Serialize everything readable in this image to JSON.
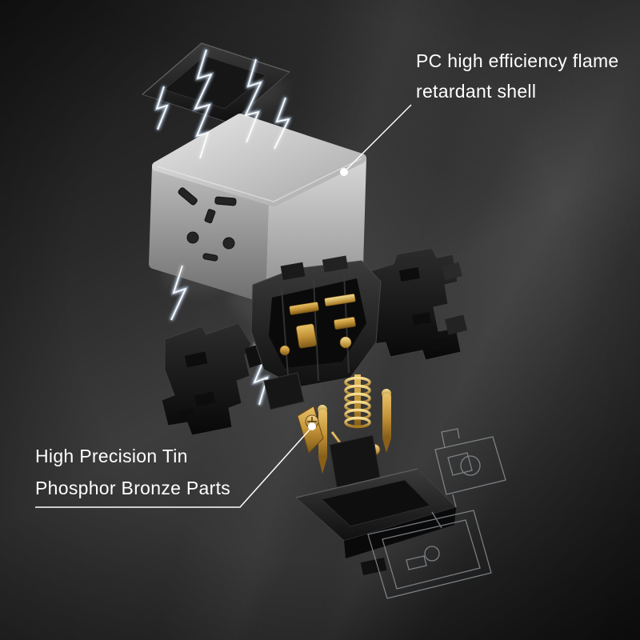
{
  "callouts": {
    "shell": {
      "line1": "PC high efficiency flame",
      "line2": "retardant shell"
    },
    "bronze": {
      "line1": "High Precision Tin",
      "line2": "Phosphor Bronze Parts"
    }
  },
  "colors": {
    "text": "#ffffff",
    "leader_line": "#ffffff",
    "background_dark": "#141414",
    "background_mid": "#3d3d3d",
    "shell_metal_light": "#e2e2e2",
    "shell_metal_dark": "#757575",
    "plastic_dark": "#101010",
    "brass": "#c49338",
    "brass_highlight": "#f7df94",
    "lightning": "#dfeaff",
    "wireframe_outline": "#8f969c"
  },
  "parts": [
    {
      "name": "top-cover-plate"
    },
    {
      "name": "flame-retardant-shell"
    },
    {
      "name": "lightning-arc-effect"
    },
    {
      "name": "socket-core-mechanism"
    },
    {
      "name": "tin-phosphor-bronze-contacts"
    },
    {
      "name": "base-mount-plate"
    },
    {
      "name": "wireframe-outline-parts"
    }
  ]
}
